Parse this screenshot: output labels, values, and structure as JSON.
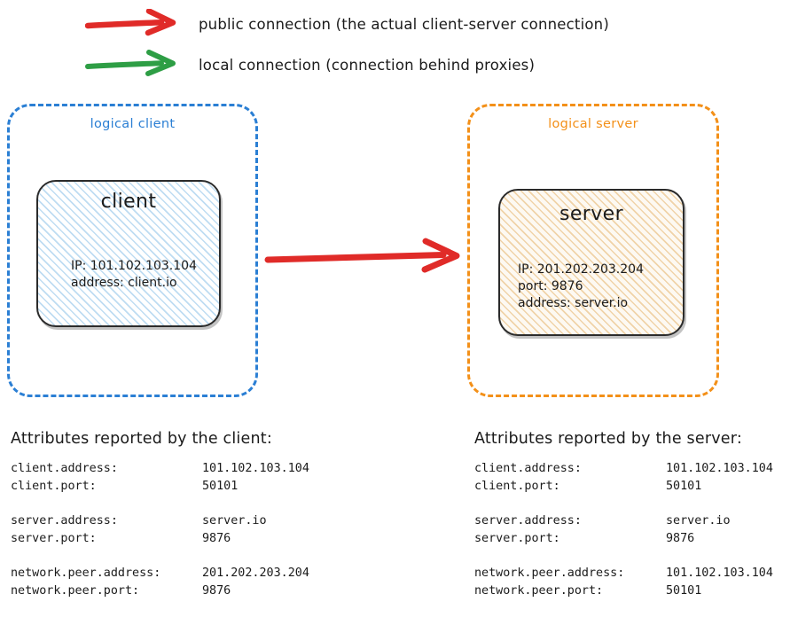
{
  "legend": {
    "items": [
      {
        "icon": "red-arrow-icon",
        "color": "#e02b28",
        "label": "public connection (the actual client-server connection)"
      },
      {
        "icon": "green-arrow-icon",
        "color": "#2e9e45",
        "label": "local connection (connection behind proxies)"
      }
    ]
  },
  "diagram": {
    "connection_arrow": {
      "icon": "red-arrow-icon",
      "color": "#e02b28",
      "from": "client",
      "to": "server"
    },
    "client_group": {
      "caption": "logical client",
      "color": "#2b7fd4",
      "node": {
        "title": "client",
        "lines": [
          "IP: 101.102.103.104",
          "address: client.io"
        ]
      }
    },
    "server_group": {
      "caption": "logical server",
      "color": "#f39019",
      "node": {
        "title": "server",
        "lines": [
          "IP: 201.202.203.204",
          "port: 9876",
          "address: server.io"
        ]
      }
    }
  },
  "attributes": {
    "client_report": {
      "heading": "Attributes reported by the client:",
      "groups": [
        {
          "rows": [
            {
              "key": "client.address:",
              "value": "101.102.103.104"
            },
            {
              "key": "client.port:",
              "value": "50101"
            }
          ]
        },
        {
          "rows": [
            {
              "key": "server.address:",
              "value": "server.io"
            },
            {
              "key": "server.port:",
              "value": "9876"
            }
          ]
        },
        {
          "rows": [
            {
              "key": "network.peer.address:",
              "value": "201.202.203.204"
            },
            {
              "key": "network.peer.port:",
              "value": "9876"
            }
          ]
        }
      ]
    },
    "server_report": {
      "heading": "Attributes reported by the server:",
      "groups": [
        {
          "rows": [
            {
              "key": "client.address:",
              "value": "101.102.103.104"
            },
            {
              "key": "client.port:",
              "value": "50101"
            }
          ]
        },
        {
          "rows": [
            {
              "key": "server.address:",
              "value": "server.io"
            },
            {
              "key": "server.port:",
              "value": "9876"
            }
          ]
        },
        {
          "rows": [
            {
              "key": "network.peer.address:",
              "value": "101.102.103.104"
            },
            {
              "key": "network.peer.port:",
              "value": "50101"
            }
          ]
        }
      ]
    }
  }
}
